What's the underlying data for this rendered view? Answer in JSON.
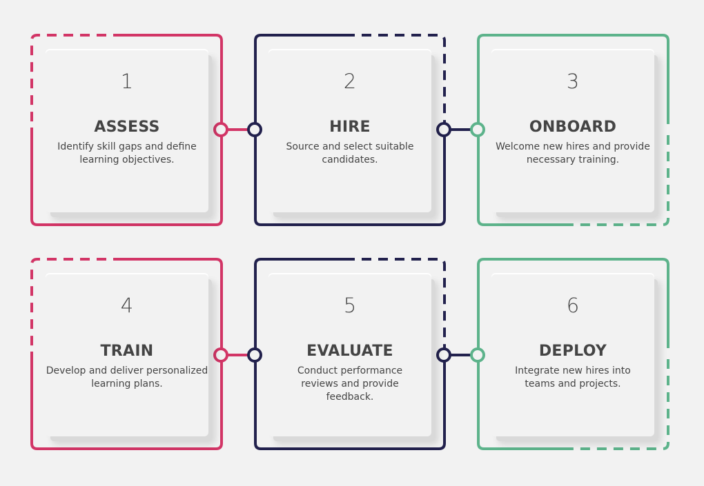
{
  "colors": {
    "pink": "#d23566",
    "navy": "#22214d",
    "green": "#5db38b",
    "background": "#f2f2f2"
  },
  "steps": [
    {
      "number": "1",
      "title": "ASSESS",
      "description": "Identify skill gaps and define learning objectives."
    },
    {
      "number": "2",
      "title": "HIRE",
      "description": "Source and select suitable candidates."
    },
    {
      "number": "3",
      "title": "ONBOARD",
      "description": "Welcome new hires and provide necessary training."
    },
    {
      "number": "4",
      "title": "TRAIN",
      "description": "Develop and deliver personalized learning plans."
    },
    {
      "number": "5",
      "title": "EVALUATE",
      "description": "Conduct performance reviews and provide feedback."
    },
    {
      "number": "6",
      "title": "DEPLOY",
      "description": "Integrate new hires into teams and projects."
    }
  ]
}
